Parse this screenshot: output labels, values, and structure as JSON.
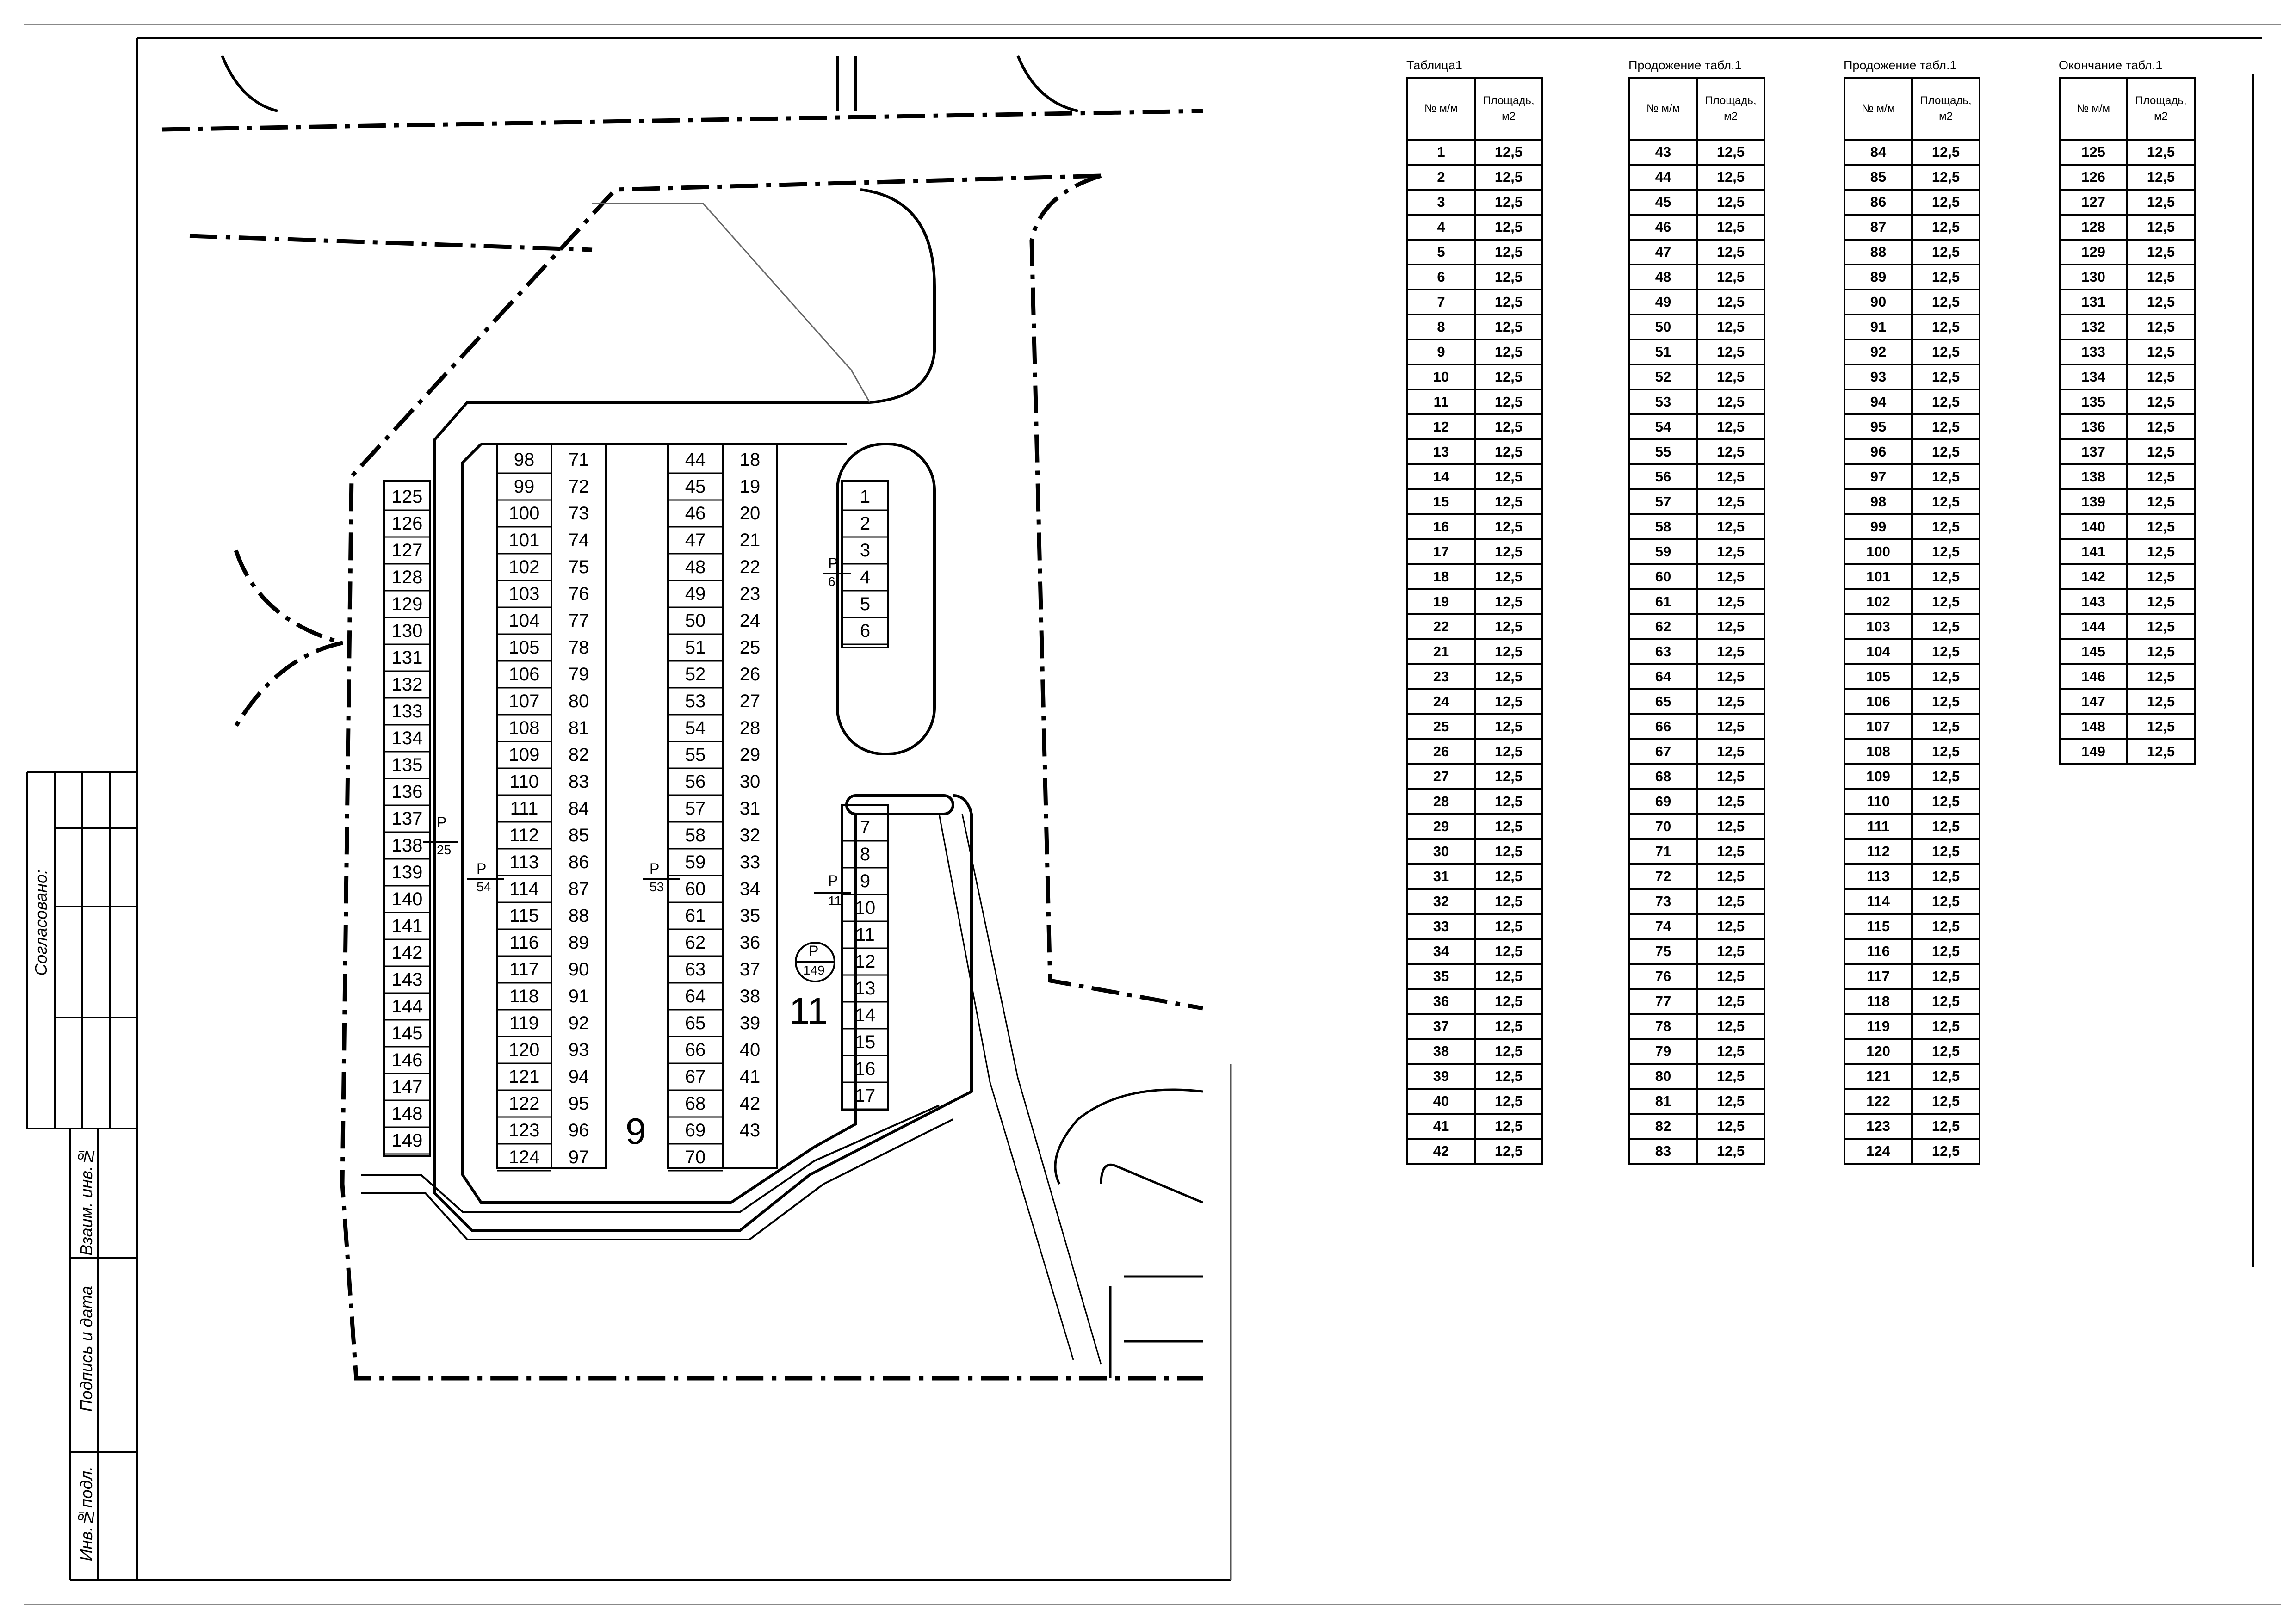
{
  "stamp": {
    "agreed": "Согласовано:",
    "vzaim": "Взаим. инв.№",
    "signature": "Подпись и дата",
    "inv": "Инв.№подл."
  },
  "plan": {
    "building_number": "11",
    "label_9": "9",
    "p_letter": "P",
    "p_total": "149",
    "p_markers": [
      "6",
      "25",
      "54",
      "53",
      "11"
    ],
    "col_west": [
      "125",
      "126",
      "127",
      "128",
      "129",
      "130",
      "131",
      "132",
      "133",
      "134",
      "135",
      "136",
      "137",
      "138",
      "139",
      "140",
      "141",
      "142",
      "143",
      "144",
      "145",
      "146",
      "147",
      "148",
      "149"
    ],
    "col_mid_a": [
      "98",
      "99",
      "100",
      "101",
      "102",
      "103",
      "104",
      "105",
      "106",
      "107",
      "108",
      "109",
      "110",
      "111",
      "112",
      "113",
      "114",
      "115",
      "116",
      "117",
      "118",
      "119",
      "120",
      "121",
      "122",
      "123",
      "124"
    ],
    "col_mid_b": [
      "71",
      "72",
      "73",
      "74",
      "75",
      "76",
      "77",
      "78",
      "79",
      "80",
      "81",
      "82",
      "83",
      "84",
      "85",
      "86",
      "87",
      "88",
      "89",
      "90",
      "91",
      "92",
      "93",
      "94",
      "95",
      "96",
      "97"
    ],
    "col_east_a": [
      "44",
      "45",
      "46",
      "47",
      "48",
      "49",
      "50",
      "51",
      "52",
      "53",
      "54",
      "55",
      "56",
      "57",
      "58",
      "59",
      "60",
      "61",
      "62",
      "63",
      "64",
      "65",
      "66",
      "67",
      "68",
      "69",
      "70"
    ],
    "col_east_b": [
      "18",
      "19",
      "20",
      "21",
      "22",
      "23",
      "24",
      "25",
      "26",
      "27",
      "28",
      "29",
      "30",
      "31",
      "32",
      "33",
      "34",
      "35",
      "36",
      "37",
      "38",
      "39",
      "40",
      "41",
      "42",
      "43"
    ],
    "col_upper": [
      "1",
      "2",
      "3",
      "4",
      "5",
      "6"
    ],
    "col_lower": [
      "7",
      "8",
      "9",
      "10",
      "11",
      "12",
      "13",
      "14",
      "15",
      "16",
      "17"
    ]
  },
  "tables": [
    {
      "caption": "Таблица1",
      "head_no": "№ м/м",
      "head_area": "Площадь, м2",
      "nums": [
        "1",
        "2",
        "3",
        "4",
        "5",
        "6",
        "7",
        "8",
        "9",
        "10",
        "11",
        "12",
        "13",
        "14",
        "15",
        "16",
        "17",
        "18",
        "19",
        "22",
        "21",
        "23",
        "24",
        "25",
        "26",
        "27",
        "28",
        "29",
        "30",
        "31",
        "32",
        "33",
        "34",
        "35",
        "36",
        "37",
        "38",
        "39",
        "40",
        "41",
        "42"
      ],
      "area": "12,5"
    },
    {
      "caption": "Продожение табл.1",
      "head_no": "№ м/м",
      "head_area": "Площадь, м2",
      "nums": [
        "43",
        "44",
        "45",
        "46",
        "47",
        "48",
        "49",
        "50",
        "51",
        "52",
        "53",
        "54",
        "55",
        "56",
        "57",
        "58",
        "59",
        "60",
        "61",
        "62",
        "63",
        "64",
        "65",
        "66",
        "67",
        "68",
        "69",
        "70",
        "71",
        "72",
        "73",
        "74",
        "75",
        "76",
        "77",
        "78",
        "79",
        "80",
        "81",
        "82",
        "83"
      ],
      "area": "12,5"
    },
    {
      "caption": "Продожение табл.1",
      "head_no": "№ м/м",
      "head_area": "Площадь, м2",
      "nums": [
        "84",
        "85",
        "86",
        "87",
        "88",
        "89",
        "90",
        "91",
        "92",
        "93",
        "94",
        "95",
        "96",
        "97",
        "98",
        "99",
        "100",
        "101",
        "102",
        "103",
        "104",
        "105",
        "106",
        "107",
        "108",
        "109",
        "110",
        "111",
        "112",
        "113",
        "114",
        "115",
        "116",
        "117",
        "118",
        "119",
        "120",
        "121",
        "122",
        "123",
        "124"
      ],
      "area": "12,5"
    },
    {
      "caption": "Окончание табл.1",
      "head_no": "№ м/м",
      "head_area": "Площадь, м2",
      "nums": [
        "125",
        "126",
        "127",
        "128",
        "129",
        "130",
        "131",
        "132",
        "133",
        "134",
        "135",
        "136",
        "137",
        "138",
        "139",
        "140",
        "141",
        "142",
        "143",
        "144",
        "145",
        "146",
        "147",
        "148",
        "149"
      ],
      "area": "12,5"
    }
  ]
}
